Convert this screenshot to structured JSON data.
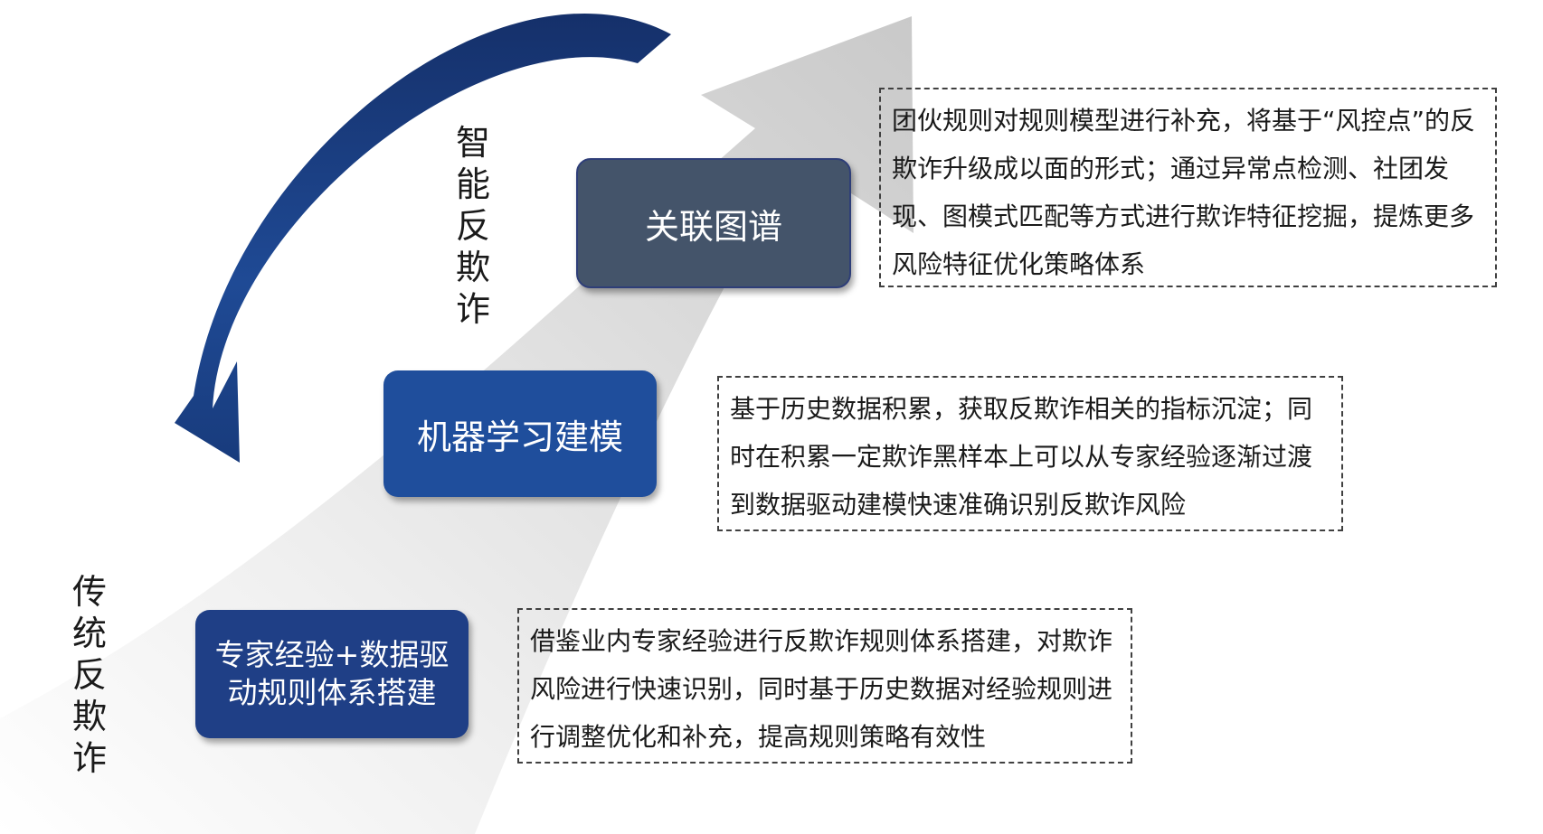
{
  "labels": {
    "intelligent": "智能反欺诈",
    "traditional": "传统反欺诈"
  },
  "stages": {
    "graph": "关联图谱",
    "ml": "机器学习建模",
    "expert": "专家经验+数据驱动规则体系搭建"
  },
  "descriptions": {
    "graph": "团伙规则对规则模型进行补充，将基于“风控点”的反欺诈升级成以面的形式；通过异常点检测、社团发现、图模式匹配等方式进行欺诈特征挖掘，提炼更多风险特征优化策略体系",
    "ml": "基于历史数据积累，获取反欺诈相关的指标沉淀；同时在积累一定欺诈黑样本上可以从专家经验逐渐过渡到数据驱动建模快速准确识别反欺诈风险",
    "expert": "借鉴业内专家经验进行反欺诈规则体系搭建，对欺诈风险进行快速识别，同时基于历史数据对经验规则进行调整优化和补充，提高规则策略有效性"
  },
  "colors": {
    "graph_box": "#44546a",
    "ml_box": "#1f4e9c",
    "expert_box": "#1f3f86",
    "curved_arrow": "#1b3a78",
    "big_arrow": "#d9d9d9"
  }
}
